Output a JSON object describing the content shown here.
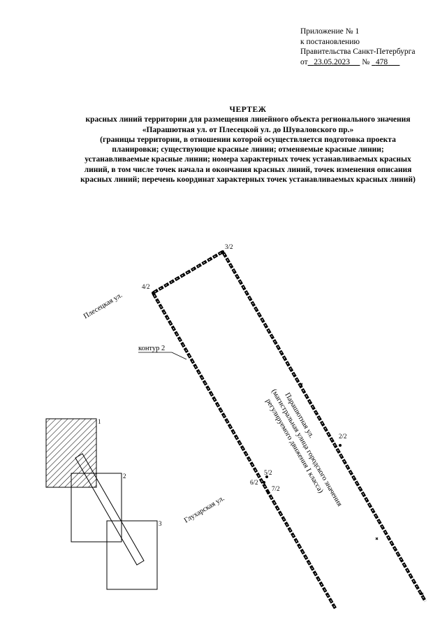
{
  "appendix": {
    "line1": "Приложение № 1",
    "line2": "к постановлению",
    "line3": "Правительства Санкт-Петербурга",
    "from_label": "от",
    "date": "23.05.2023",
    "number_label": "№",
    "number": "478"
  },
  "title": {
    "heading": "ЧЕРТЕЖ",
    "lines": [
      "красных линий территории для размещения линейного объекта регионального значения",
      "«Парашютная ул. от Плесецкой ул. до Шуваловского пр.»",
      "(границы территории, в отношении которой осуществляется подготовка проекта",
      "планировки; существующие красные линии; отменяемые красные линии;",
      "устанавливаемые красные линии; номера характерных точек устанавливаемых красных",
      "линий, в том числе точек начала и окончания красных линий, точек изменения описания",
      "красных линий; перечень координат характерных точек устанавливаемых красных линий)"
    ]
  },
  "drawing": {
    "streets": {
      "plesetskaya": "Плесецкая ул.",
      "glukharskaya": "Глухарская ул."
    },
    "contour_label": "контур 2",
    "main_street": {
      "line1": "Парашютная ул.",
      "line2": "(магистральная улица городского значения",
      "line3": "регулируемого движения   I класса)"
    },
    "points": {
      "p2": "2/2",
      "p3": "3/2",
      "p4": "4/2",
      "p5": "5/2",
      "p6": "6/2",
      "p7": "7/2"
    },
    "sheets": {
      "s1": "1",
      "s2": "2",
      "s3": "3"
    }
  }
}
